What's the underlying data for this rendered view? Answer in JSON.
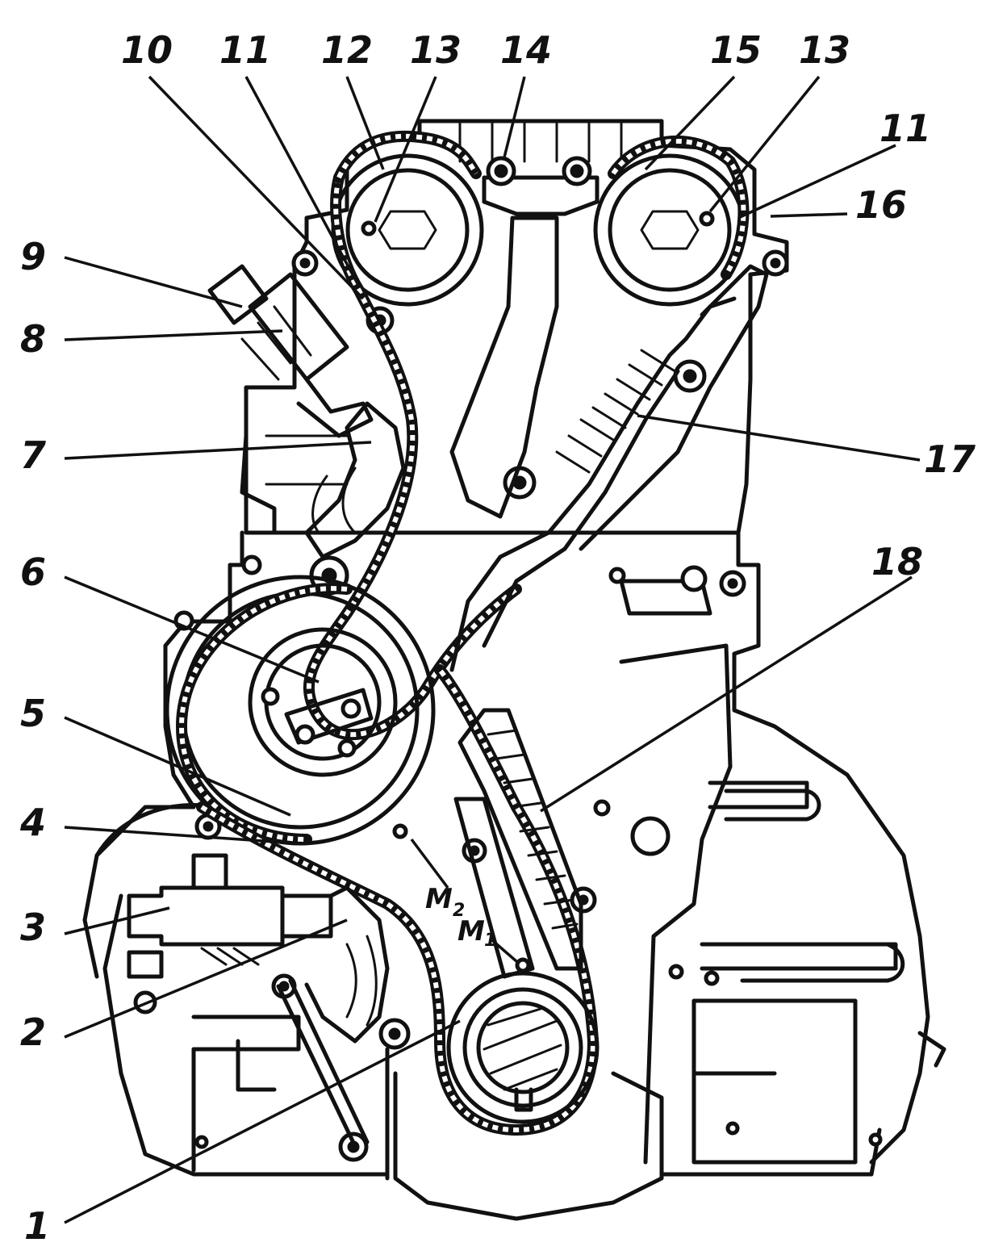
{
  "diagram": {
    "ink_color": "#111111",
    "background_color": "#ffffff",
    "callouts": [
      {
        "id": "1",
        "label": "1"
      },
      {
        "id": "2",
        "label": "2"
      },
      {
        "id": "3",
        "label": "3"
      },
      {
        "id": "4",
        "label": "4"
      },
      {
        "id": "5",
        "label": "5"
      },
      {
        "id": "6",
        "label": "6"
      },
      {
        "id": "7",
        "label": "7"
      },
      {
        "id": "8",
        "label": "8"
      },
      {
        "id": "9",
        "label": "9"
      },
      {
        "id": "10",
        "label": "10"
      },
      {
        "id": "11a",
        "label": "11"
      },
      {
        "id": "12",
        "label": "12"
      },
      {
        "id": "13a",
        "label": "13"
      },
      {
        "id": "14",
        "label": "14"
      },
      {
        "id": "15",
        "label": "15"
      },
      {
        "id": "13b",
        "label": "13"
      },
      {
        "id": "11b",
        "label": "11"
      },
      {
        "id": "16",
        "label": "16"
      },
      {
        "id": "17",
        "label": "17"
      },
      {
        "id": "18",
        "label": "18"
      }
    ],
    "marks": [
      {
        "id": "m2",
        "letter": "M",
        "subscript": "2"
      },
      {
        "id": "m1",
        "letter": "M",
        "subscript": "1"
      }
    ]
  }
}
